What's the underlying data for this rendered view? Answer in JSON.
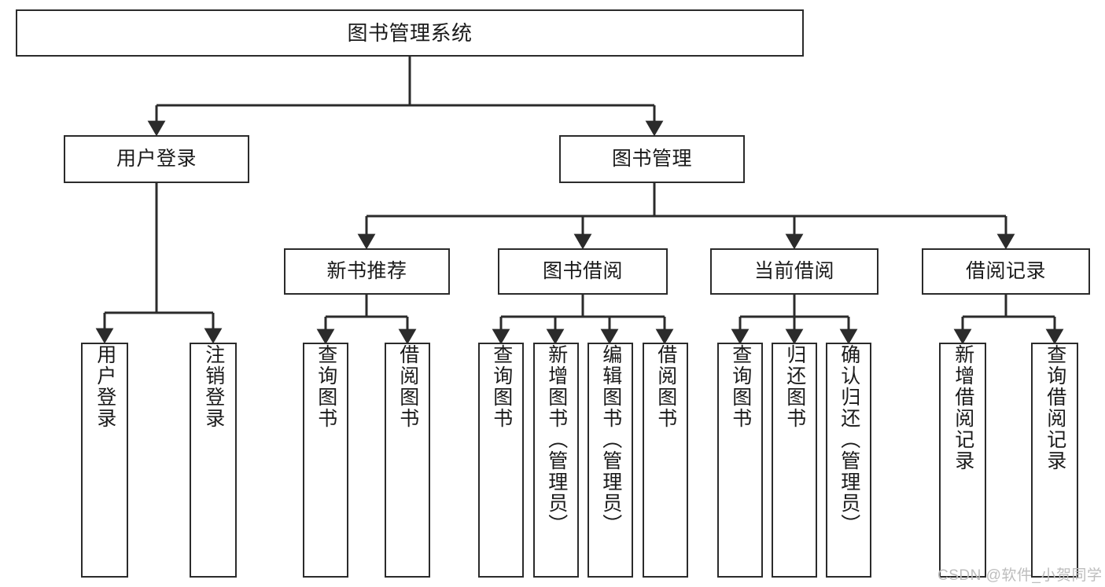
{
  "diagram": {
    "title": "图书管理系统",
    "type": "tree",
    "watermark": "CSDN @软件_小贺同学",
    "colors": {
      "background": "#ffffff",
      "node_fill": "#ffffff",
      "node_border": "#2b2b2b",
      "edge": "#2b2b2b",
      "text": "#1a1a1a",
      "watermark": "#bdbdbd"
    },
    "nodes": {
      "root": {
        "label": "图书管理系统"
      },
      "level2": [
        {
          "id": "user-login",
          "label": "用户登录"
        },
        {
          "id": "book-management",
          "label": "图书管理"
        }
      ],
      "level3": [
        {
          "id": "new-book-recommend",
          "label": "新书推荐"
        },
        {
          "id": "book-borrow",
          "label": "图书借阅"
        },
        {
          "id": "current-borrow",
          "label": "当前借阅"
        },
        {
          "id": "borrow-record",
          "label": "借阅记录"
        }
      ],
      "leaves": {
        "user-login": [
          {
            "id": "leaf-user-login",
            "label": "用户登录"
          },
          {
            "id": "leaf-user-logout",
            "label": "注销登录"
          }
        ],
        "new-book-recommend": [
          {
            "id": "leaf-query-book-1",
            "label": "查询图书"
          },
          {
            "id": "leaf-borrow-book-1",
            "label": "借阅图书"
          }
        ],
        "book-borrow": [
          {
            "id": "leaf-query-book-2",
            "label": "查询图书"
          },
          {
            "id": "leaf-add-book",
            "label": "新增图书（管理员）"
          },
          {
            "id": "leaf-edit-book",
            "label": "编辑图书（管理员）"
          },
          {
            "id": "leaf-borrow-book-2",
            "label": "借阅图书"
          }
        ],
        "current-borrow": [
          {
            "id": "leaf-query-book-3",
            "label": "查询图书"
          },
          {
            "id": "leaf-return-book",
            "label": "归还图书"
          },
          {
            "id": "leaf-confirm-return",
            "label": "确认归还（管理员）"
          }
        ],
        "borrow-record": [
          {
            "id": "leaf-add-record",
            "label": "新增借阅记录"
          },
          {
            "id": "leaf-query-record",
            "label": "查询借阅记录"
          }
        ]
      }
    }
  }
}
